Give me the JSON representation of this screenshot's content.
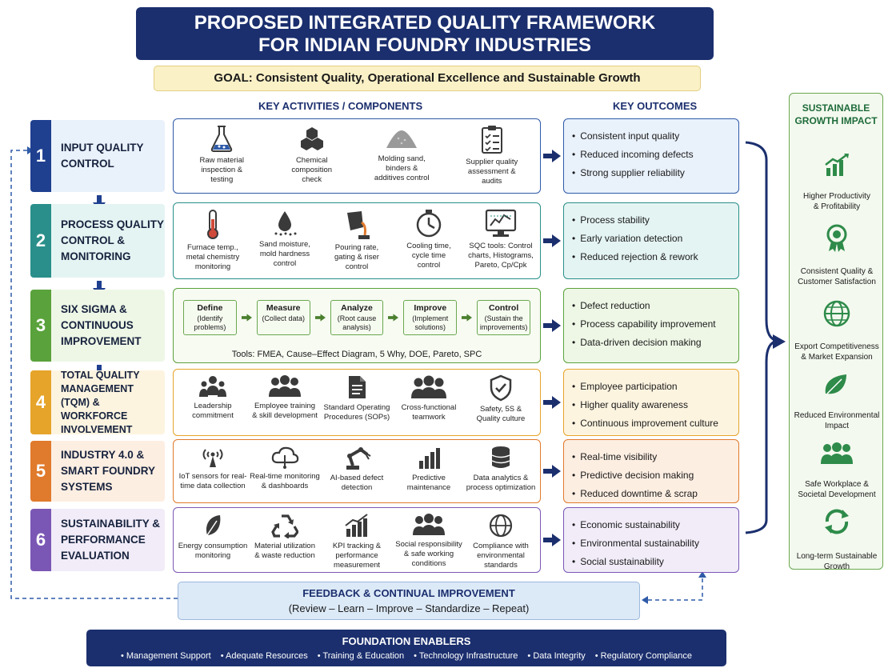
{
  "title": {
    "line1": "PROPOSED INTEGRATED QUALITY FRAMEWORK",
    "line2": "FOR INDIAN FOUNDRY INDUSTRIES"
  },
  "goal": "GOAL: Consistent Quality, Operational Excellence and Sustainable Growth",
  "headers": {
    "activities": "KEY ACTIVITIES / COMPONENTS",
    "outcomes": "KEY OUTCOMES"
  },
  "stages": [
    {
      "num": "1",
      "title": "INPUT QUALITY\nCONTROL",
      "activities": [
        "Raw material\ninspection &\ntesting",
        "Chemical\ncomposition\ncheck",
        "Molding sand,\nbinders &\nadditives control",
        "Supplier quality\nassessment &\naudits"
      ],
      "outcomes": [
        "Consistent input quality",
        "Reduced incoming defects",
        "Strong supplier reliability"
      ]
    },
    {
      "num": "2",
      "title": "PROCESS QUALITY\nCONTROL &\nMONITORING",
      "activities": [
        "Furnace temp.,\nmetal chemistry\nmonitoring",
        "Sand moisture,\nmold hardness\ncontrol",
        "Pouring rate,\ngating & riser\ncontrol",
        "Cooling time,\ncycle time\ncontrol",
        "SQC tools: Control\ncharts, Histograms,\nPareto, Cp/Cpk"
      ],
      "outcomes": [
        "Process stability",
        "Early variation detection",
        "Reduced rejection & rework"
      ]
    },
    {
      "num": "3",
      "title": "SIX SIGMA &\nCONTINUOUS\nIMPROVEMENT",
      "dmaic": [
        {
          "name": "Define",
          "desc": "(Identify problems)"
        },
        {
          "name": "Measure",
          "desc": "(Collect data)"
        },
        {
          "name": "Analyze",
          "desc": "(Root cause analysis)"
        },
        {
          "name": "Improve",
          "desc": "(Implement solutions)"
        },
        {
          "name": "Control",
          "desc": "(Sustain the improvements)"
        }
      ],
      "tools": "Tools: FMEA, Cause–Effect Diagram, 5 Why, DOE, Pareto, SPC",
      "outcomes": [
        "Defect reduction",
        "Process capability improvement",
        "Data-driven decision making"
      ]
    },
    {
      "num": "4",
      "title": "TOTAL QUALITY\nMANAGEMENT\n(TQM) & WORKFORCE\nINVOLVEMENT",
      "activities": [
        "Leadership\ncommitment",
        "Employee training\n& skill development",
        "Standard Operating\nProcedures (SOPs)",
        "Cross-functional\nteamwork",
        "Safety, 5S &\nQuality culture"
      ],
      "outcomes": [
        "Employee participation",
        "Higher quality awareness",
        "Continuous improvement culture"
      ]
    },
    {
      "num": "5",
      "title": "INDUSTRY 4.0 &\nSMART FOUNDRY\nSYSTEMS",
      "activities": [
        "IoT sensors for real-\ntime data collection",
        "Real-time monitoring\n& dashboards",
        "AI-based defect\ndetection",
        "Predictive\nmaintenance",
        "Data analytics &\nprocess optimization"
      ],
      "outcomes": [
        "Real-time visibility",
        "Predictive decision making",
        "Reduced downtime & scrap"
      ]
    },
    {
      "num": "6",
      "title": "SUSTAINABILITY &\nPERFORMANCE\nEVALUATION",
      "activities": [
        "Energy consumption\nmonitoring",
        "Material utilization\n& waste reduction",
        "KPI tracking &\nperformance\nmeasurement",
        "Social responsibility\n& safe working\nconditions",
        "Compliance with\nenvironmental\nstandards"
      ],
      "outcomes": [
        "Economic sustainability",
        "Environmental sustainability",
        "Social sustainability"
      ]
    }
  ],
  "impact": {
    "heading": "SUSTAINABLE\nGROWTH IMPACT",
    "items": [
      "Higher Productivity\n& Profitability",
      "Consistent Quality &\nCustomer Satisfaction",
      "Export Competitiveness\n& Market Expansion",
      "Reduced Environmental\nImpact",
      "Safe Workplace &\nSocietal Development",
      "Long-term Sustainable\nGrowth"
    ]
  },
  "feedback": {
    "title": "FEEDBACK & CONTINUAL IMPROVEMENT",
    "subtitle": "(Review – Learn – Improve – Standardize – Repeat)"
  },
  "foundation": {
    "title": "FOUNDATION ENABLERS",
    "items": [
      "Management Support",
      "Adequate Resources",
      "Training & Education",
      "Technology Infrastructure",
      "Data Integrity",
      "Regulatory Compliance"
    ]
  },
  "colors": {
    "navy": "#1b2f6e",
    "s1": "#1f3f8f",
    "s2": "#2a8f8a",
    "s3": "#5aa23c",
    "s4": "#e6a42a",
    "s5": "#e07a2c",
    "s6": "#7b57b5"
  }
}
